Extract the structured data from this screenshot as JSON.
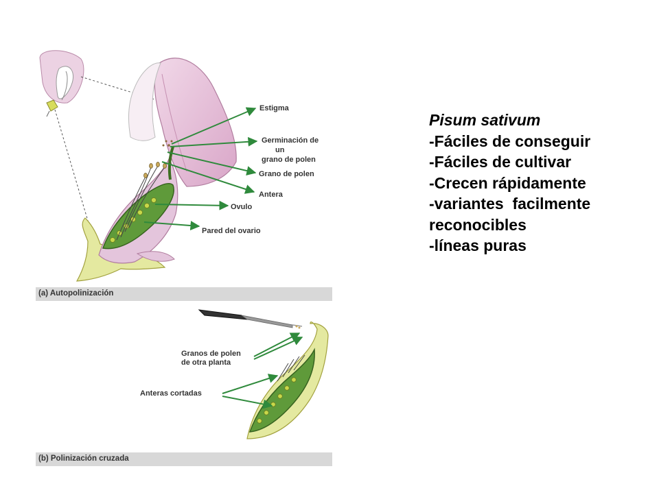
{
  "panel_a": {
    "caption": "(a) Autopolinización",
    "labels": {
      "estigma": "Estigma",
      "germinacion_1": "Germinación de",
      "germinacion_2": "un",
      "germinacion_3": "grano de polen",
      "grano": "Grano de polen",
      "antera": "Antera",
      "ovulo": "Ovulo",
      "pared": "Pared del ovario"
    }
  },
  "panel_b": {
    "caption": "(b) Polinización cruzada",
    "labels": {
      "granos_1": "Granos de polen",
      "granos_2": "de otra planta",
      "anteras": "Anteras cortadas"
    }
  },
  "traits": {
    "species": "Pisum sativum",
    "items": [
      "-Fáciles de conseguir",
      "-Fáciles de cultivar",
      "-Crecen rápidamente",
      "-variantes  facilmente",
      "reconocibles",
      "-líneas puras"
    ]
  },
  "colors": {
    "petal": "#e7c3db",
    "sepal": "#e4e9a0",
    "ovary": "#5f9a3a",
    "ovule": "#c8d84a",
    "arrow": "#2f8a3c",
    "caption_bar": "#d8d8d8"
  }
}
